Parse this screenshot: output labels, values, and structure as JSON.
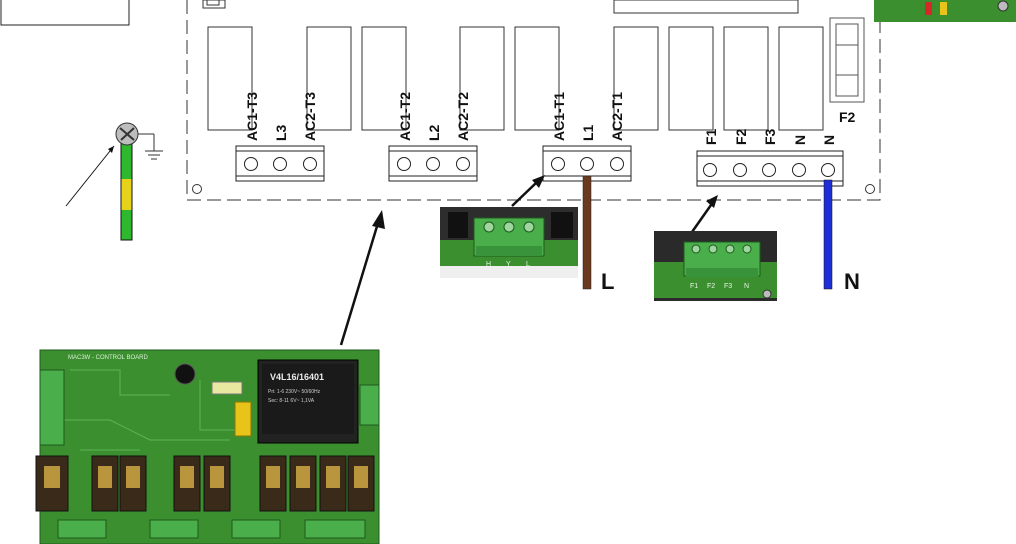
{
  "board": {
    "terminal_blocks": [
      {
        "id": "tb1",
        "labels": [
          "AC1-T3",
          "L3",
          "AC2-T3"
        ]
      },
      {
        "id": "tb2",
        "labels": [
          "AC1-T2",
          "L2",
          "AC2-T2"
        ]
      },
      {
        "id": "tb3",
        "labels": [
          "AC1-T1",
          "L1",
          "AC2-T1"
        ]
      },
      {
        "id": "tb4",
        "labels": [
          "F1",
          "F2",
          "F3",
          "N",
          "N"
        ]
      }
    ],
    "fuse_label": "F2"
  },
  "wires": {
    "line_label": "L",
    "neutral_label": "N",
    "line_color": "#6b3a1e",
    "neutral_color": "#1f2fd6",
    "earth_color_1": "#2eb82e",
    "earth_color_2": "#e6d21a"
  },
  "photos": {
    "main_board": {
      "title": "MAC3W - CONTROL BOARD",
      "transformer_label": "V4L16/16401",
      "transformer_lines": [
        "Pri: 1-6  230V~ 50/60Hz",
        "Sec: 8-11  6V~  1,1VA"
      ]
    },
    "l_terminal_labels": [
      "H",
      "Y",
      "L"
    ],
    "n_terminal_labels": [
      "F1",
      "F2",
      "F3",
      "N"
    ]
  },
  "colors": {
    "pcb_green": "#3c8f2e",
    "terminal_green": "#4aae4a"
  }
}
